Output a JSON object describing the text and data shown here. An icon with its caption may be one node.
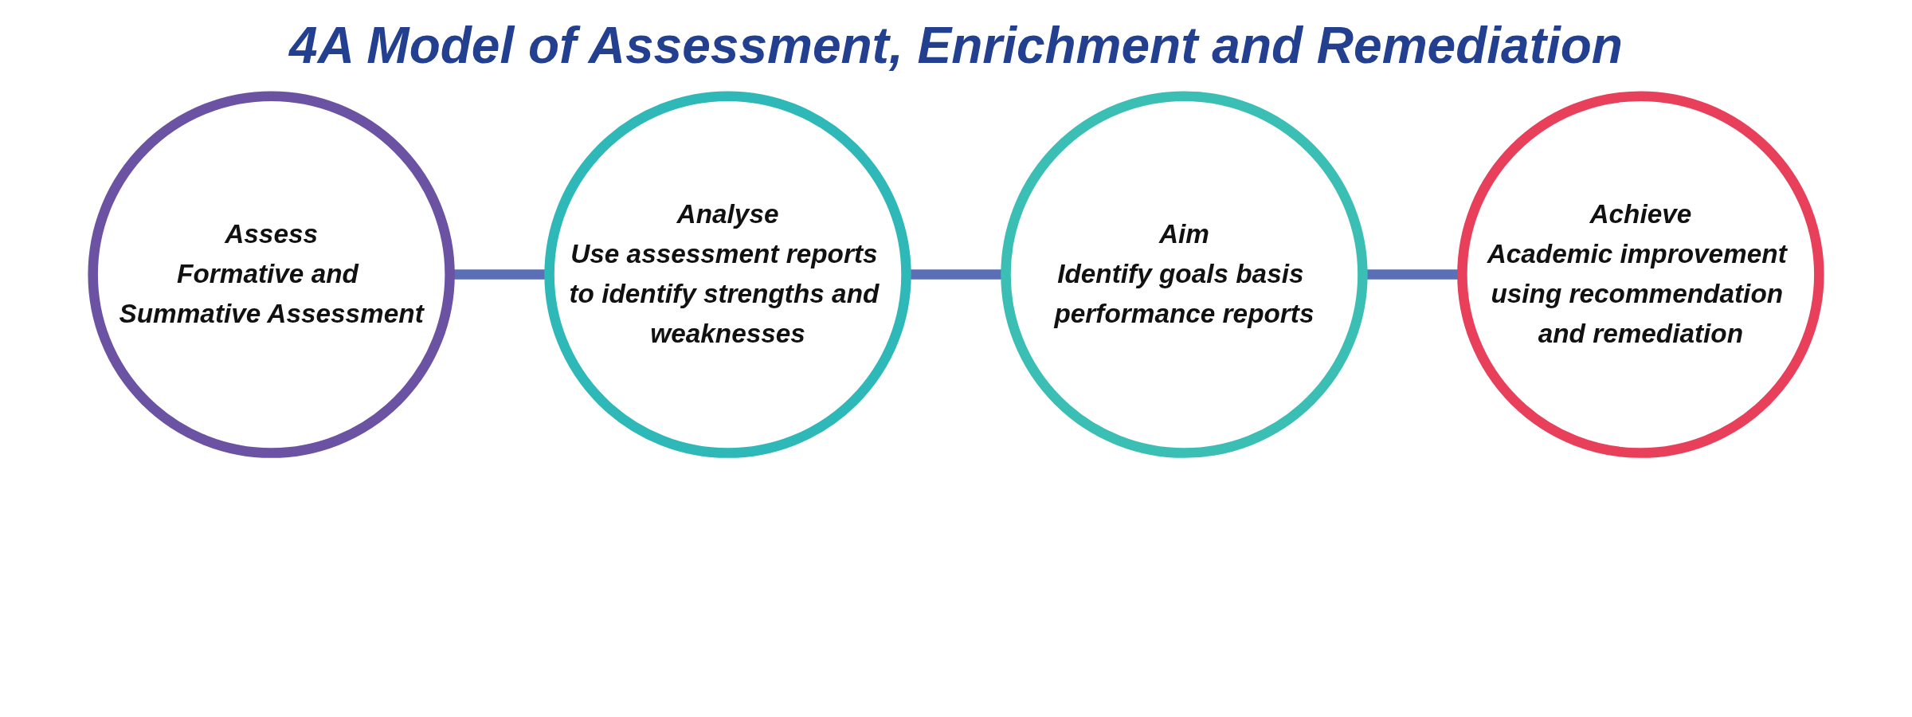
{
  "diagram": {
    "title": "4A Model of Assessment, Enrichment and Remediation",
    "nodes": [
      {
        "text": [
          "Assess",
          "Formative and Summative Assessment"
        ]
      },
      {
        "text": [
          "Analyse",
          "Use assessment reports to identify strengths and weaknesses"
        ]
      },
      {
        "text": [
          "Aim",
          "Identify goals basis performance reports"
        ]
      },
      {
        "text": [
          "Achieve",
          "Academic improvement using recommendation and remediation"
        ]
      }
    ],
    "edges": [
      {
        "from": 0,
        "to": 1,
        "arrow": "none"
      },
      {
        "from": 1,
        "to": 2,
        "arrow": "none"
      },
      {
        "from": 2,
        "to": 3,
        "arrow": "none"
      }
    ]
  }
}
